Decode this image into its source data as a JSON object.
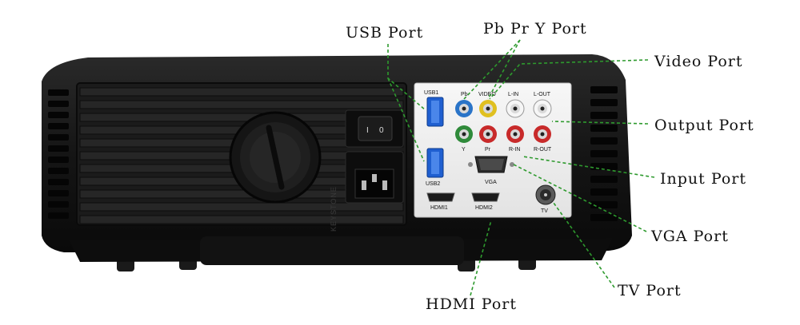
{
  "callouts": {
    "usb": "USB Port",
    "component": "Pb Pr Y Port",
    "video": "Video Port",
    "output": "Output Port",
    "input": "Input Port",
    "vga": "VGA Port",
    "tv": "TV Port",
    "hdmi": "HDMI Port"
  },
  "panel_labels": {
    "usb1": "USB1",
    "usb2": "USB2",
    "pb": "Pb",
    "video": "VIDEO",
    "lin": "L-IN",
    "lout": "L-OUT",
    "y": "Y",
    "pr": "Pr",
    "rin": "R-IN",
    "rout": "R-OUT",
    "vga": "VGA",
    "hdmi1": "HDMI1",
    "hdmi2": "HDMI2",
    "tv": "TV"
  },
  "brand": "KEYSTONE",
  "switch_marks": {
    "off": "0",
    "on": "I"
  },
  "colors": {
    "leader_line": "#2e9a2e",
    "body": "#141414",
    "panel": "#f2f2f2",
    "usb_blue": "#1f5fd0",
    "jack_blue": "#2a74c8",
    "jack_green": "#2f8a3a",
    "jack_red": "#c82a2a",
    "jack_yellow": "#e0c020",
    "jack_white": "#f6f6f6"
  }
}
